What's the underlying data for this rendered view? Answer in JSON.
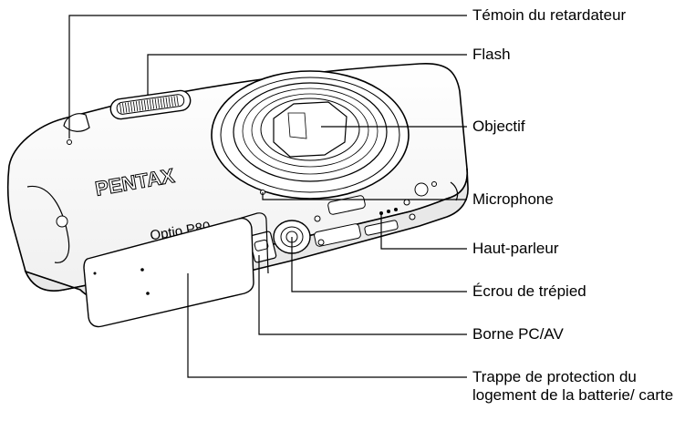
{
  "camera": {
    "brand": "PENTAX",
    "model": "Optio P80"
  },
  "callouts": [
    {
      "id": "self-timer-lamp",
      "text": "Témoin du retardateur"
    },
    {
      "id": "flash",
      "text": "Flash"
    },
    {
      "id": "lens",
      "text": "Objectif"
    },
    {
      "id": "microphone",
      "text": "Microphone"
    },
    {
      "id": "speaker",
      "text": "Haut-parleur"
    },
    {
      "id": "tripod-socket",
      "text": "Écrou de trépied"
    },
    {
      "id": "pc-av-terminal",
      "text": "Borne PC/AV"
    },
    {
      "id": "battery-card-cover",
      "text": "Trappe de protection du logement de la batterie/ carte"
    }
  ]
}
